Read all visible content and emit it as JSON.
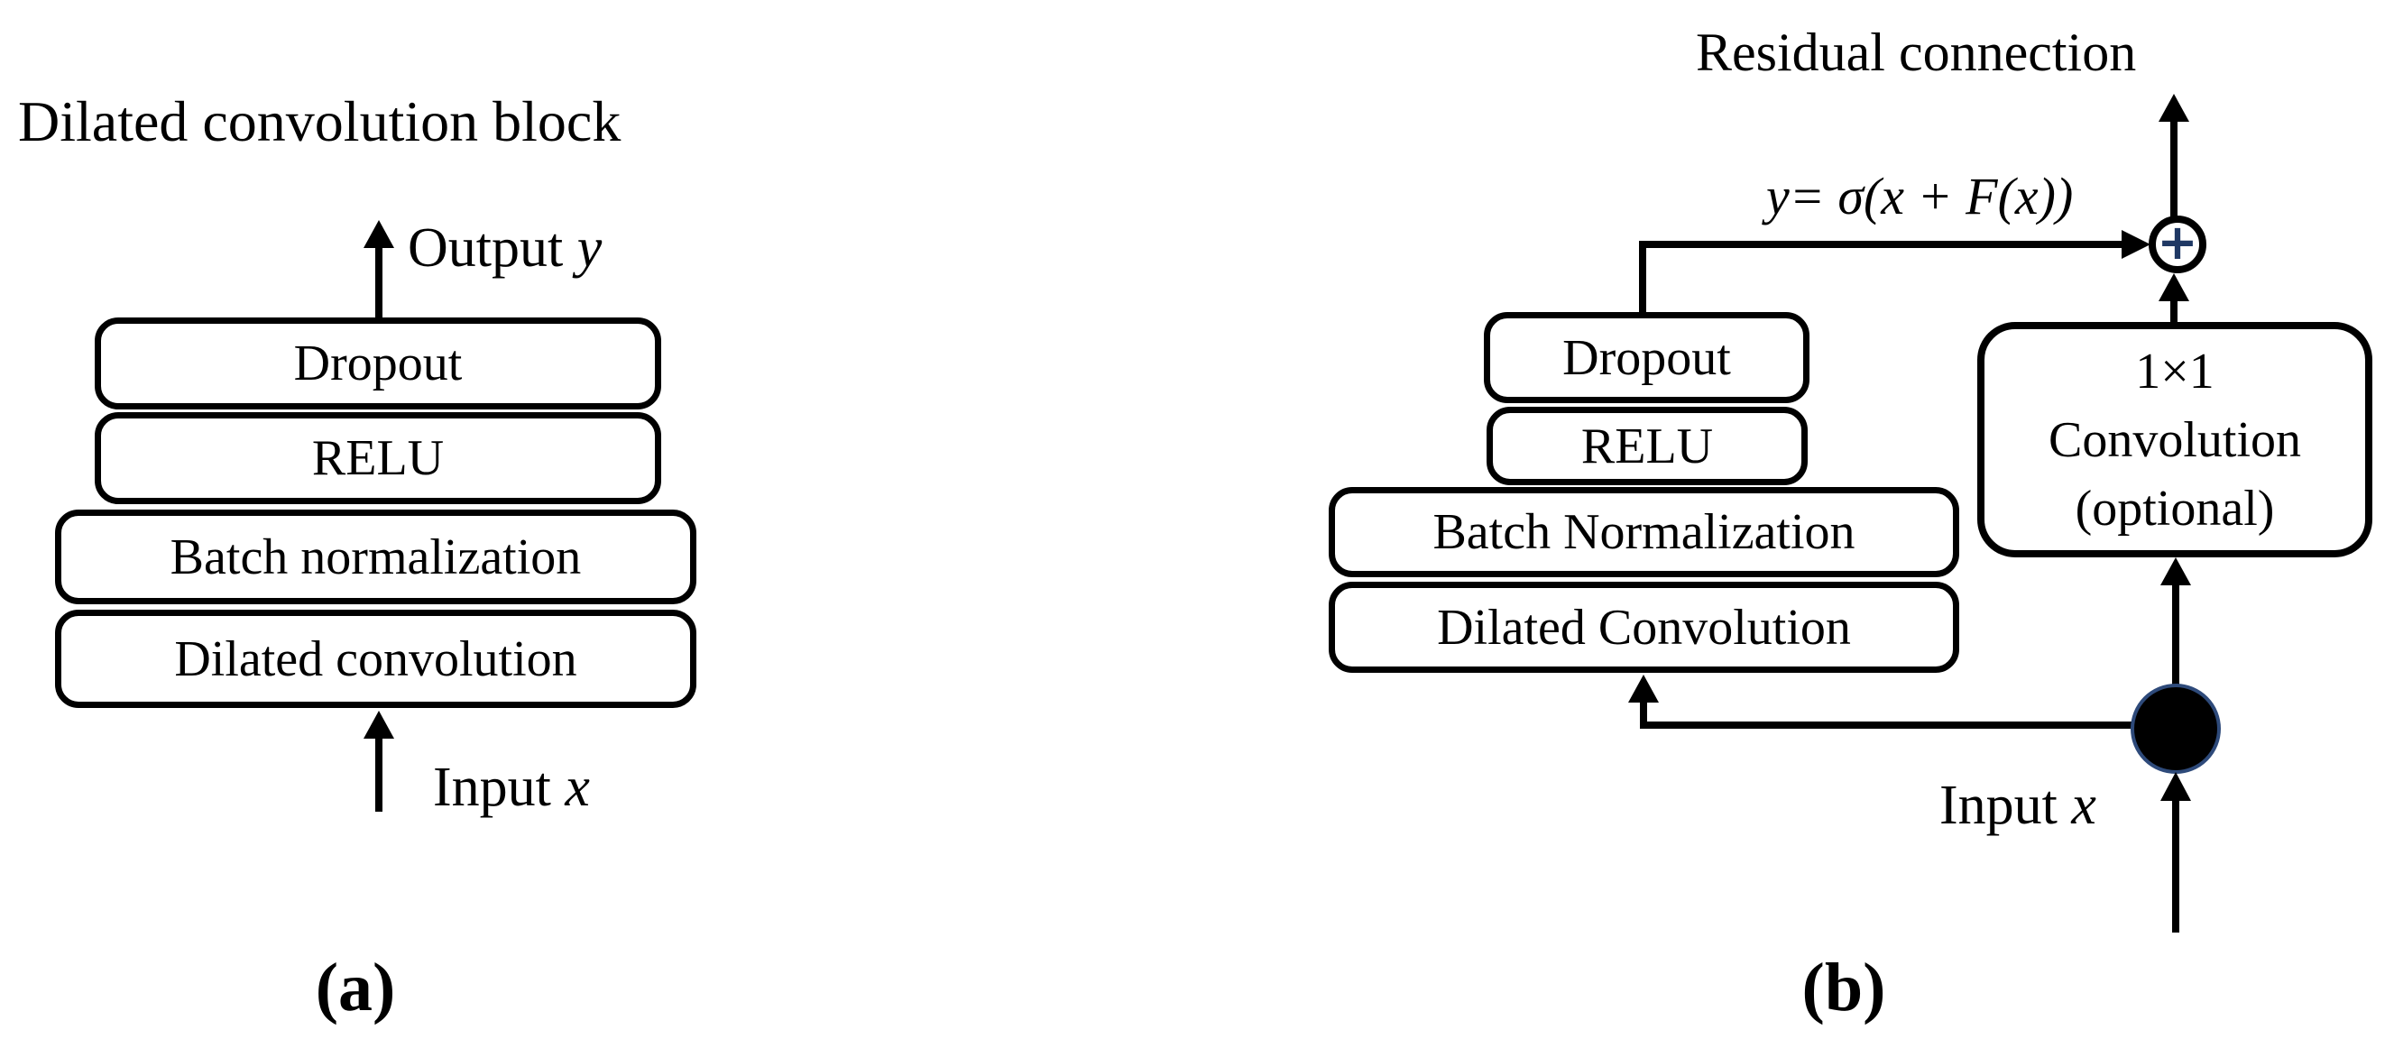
{
  "panel_a": {
    "title": "Dilated convolution block",
    "output_label": "Output ",
    "output_var": "y",
    "input_label": "Input ",
    "input_var": "x",
    "boxes": [
      {
        "label": "Dropout"
      },
      {
        "label": "RELU"
      },
      {
        "label": "Batch normalization"
      },
      {
        "label": "Dilated convolution"
      }
    ],
    "caption": "(a)"
  },
  "panel_b": {
    "title": "Residual connection",
    "formula": "y= σ(x + F(x))",
    "plus_symbol": "+",
    "boxes": [
      {
        "label": "Dropout"
      },
      {
        "label": "RELU"
      },
      {
        "label": "Batch Normalization"
      },
      {
        "label": "Dilated Convolution"
      }
    ],
    "side_box": {
      "line1": "1×1",
      "line2": "Convolution",
      "line3": "(optional)"
    },
    "input_label": "Input ",
    "input_var": "x",
    "caption": "(b)"
  },
  "colors": {
    "line": "#000000",
    "box_border": "#000000",
    "background": "#ffffff",
    "plus_sign": "#1f3864",
    "dot_rim": "#2e4a7a",
    "dot_fill": "#000000"
  }
}
